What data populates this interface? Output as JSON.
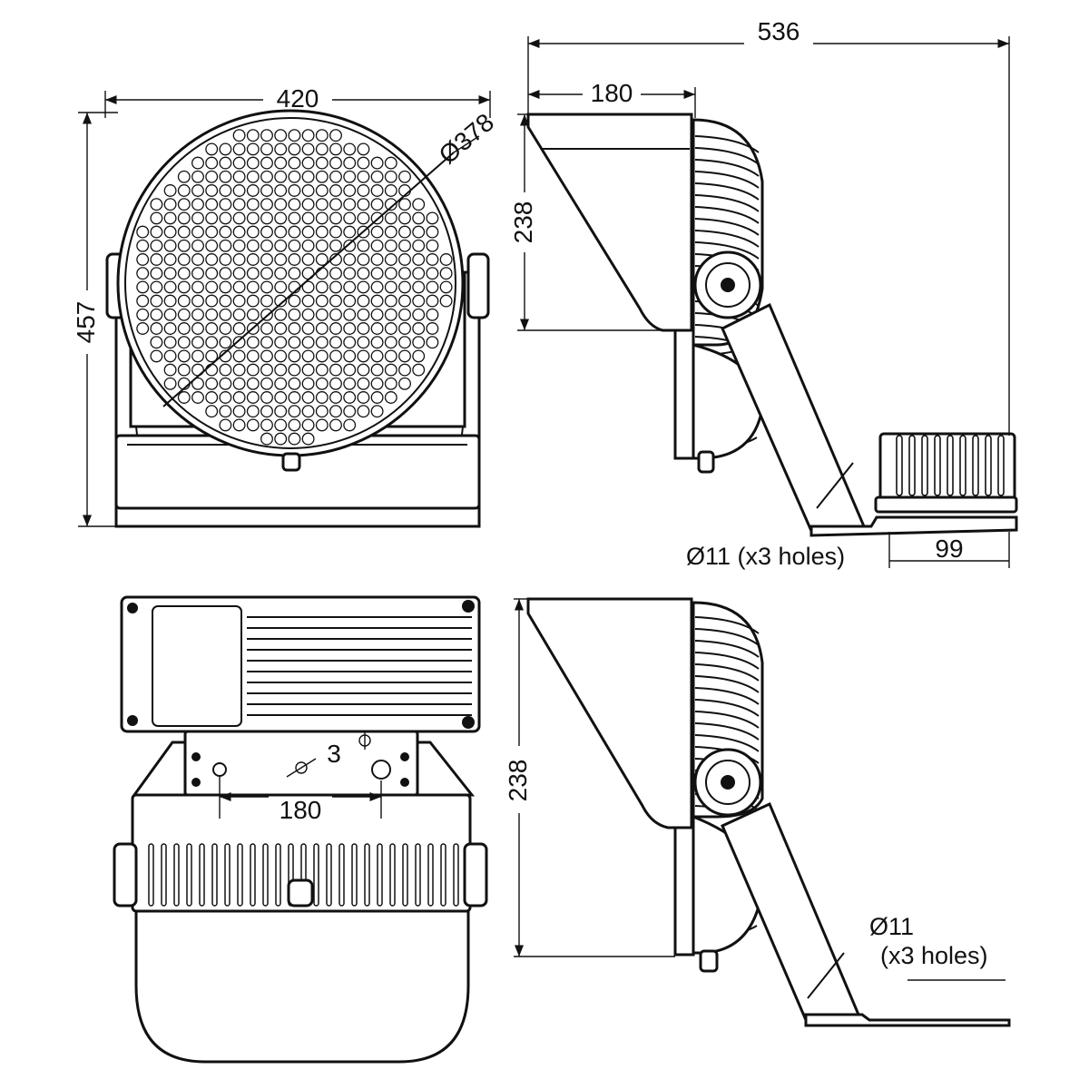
{
  "views": {
    "front": {
      "width_label": "420",
      "height_label": "457",
      "diameter_label": "Ø378"
    },
    "side_top": {
      "overall_label": "536",
      "visor_label": "180",
      "height_label": "238",
      "base_label": "99",
      "holes_label": "Ø11 (x3 holes)"
    },
    "bottom": {
      "spacing_label": "180",
      "angle_label": "3"
    },
    "side_bottom": {
      "height_label": "238",
      "holes_line1": "Ø11",
      "holes_line2": "(x3 holes)"
    }
  },
  "colors": {
    "line": "#111111",
    "background": "#ffffff"
  }
}
